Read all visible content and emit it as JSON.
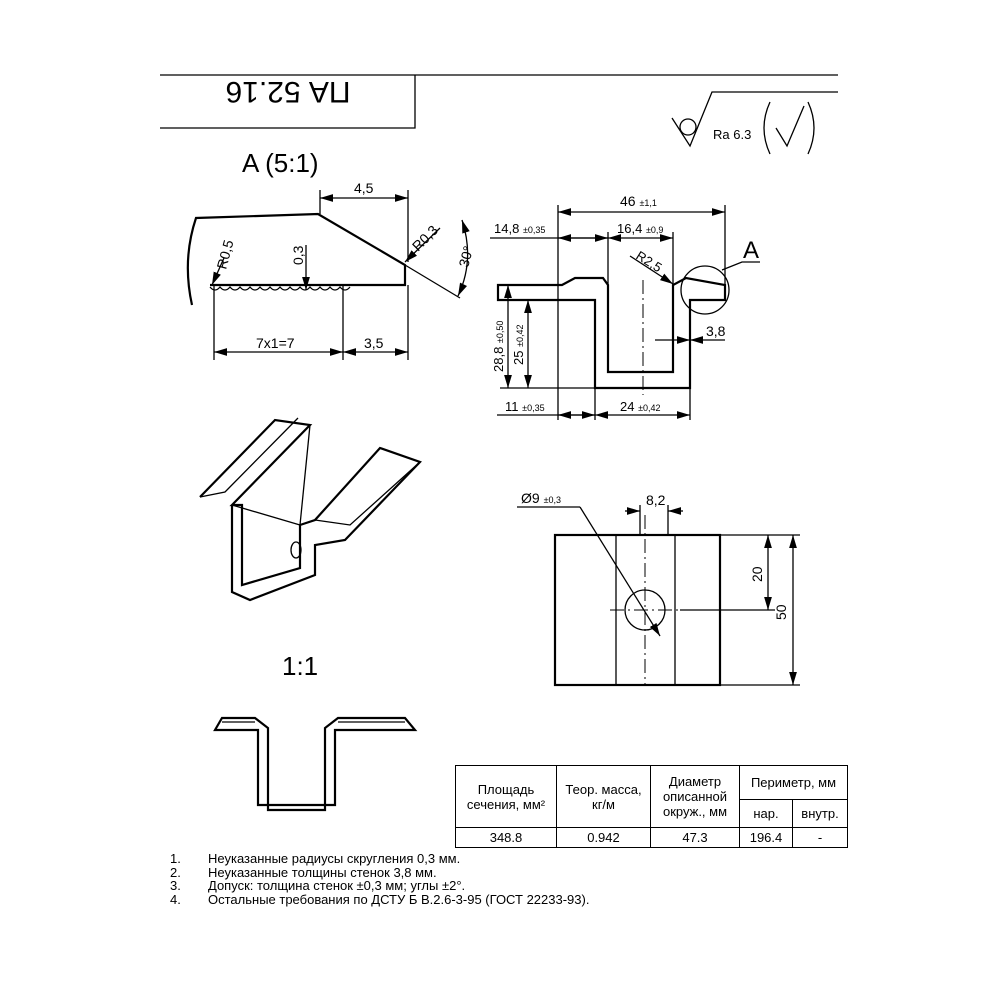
{
  "title_block": {
    "designation": "ПА 52.16"
  },
  "roughness": {
    "label": "Ra 6.3"
  },
  "detail_a": {
    "title": "A (5:1)",
    "dims": {
      "top": "4,5",
      "r05": "R0,5",
      "d03": "0,3",
      "r03": "R0,3",
      "angle": "30°",
      "pitch": "7x1=7",
      "end": "3,5"
    }
  },
  "section": {
    "callout": "A",
    "dims": {
      "width_main": "46",
      "width_main_tol": "±1,1",
      "left": "14,8",
      "left_tol": "±0,35",
      "slot": "16,4",
      "slot_tol": "±0,9",
      "radius": "R2,5",
      "wall": "3,8",
      "height_total": "28,8",
      "height_total_tol": "±0,50",
      "height_inner": "25",
      "height_inner_tol": "±0,42",
      "bottom_left": "11",
      "bottom_left_tol": "±0,35",
      "bottom_right": "24",
      "bottom_right_tol": "±0,42"
    }
  },
  "iso_view": {
    "scale_label": "1:1"
  },
  "top_view": {
    "hole": "Ø9",
    "hole_tol": "±0,3",
    "slot_w": "8,2",
    "hole_pos": "20",
    "length": "50"
  },
  "table": {
    "headers": {
      "area": "Площадь сечения, мм²",
      "mass": "Теор. масса, кг/м",
      "diameter": "Диаметр описанной окруж., мм",
      "perimeter": "Периметр, мм",
      "outer": "нар.",
      "inner": "внутр."
    },
    "row": {
      "area": "348.8",
      "mass": "0.942",
      "diameter": "47.3",
      "outer": "196.4",
      "inner": "-"
    }
  },
  "notes": [
    {
      "n": "1.",
      "text": "Неуказанные радиусы скругления 0,3 мм."
    },
    {
      "n": "2.",
      "text": "Неуказанные толщины стенок 3,8 мм."
    },
    {
      "n": "3.",
      "text": "Допуск: толщина стенок  ±0,3 мм; углы  ±2°."
    },
    {
      "n": "4.",
      "text": "Остальные требования по ДСТУ Б В.2.6-3-95 (ГОСТ 22233-93)."
    }
  ]
}
